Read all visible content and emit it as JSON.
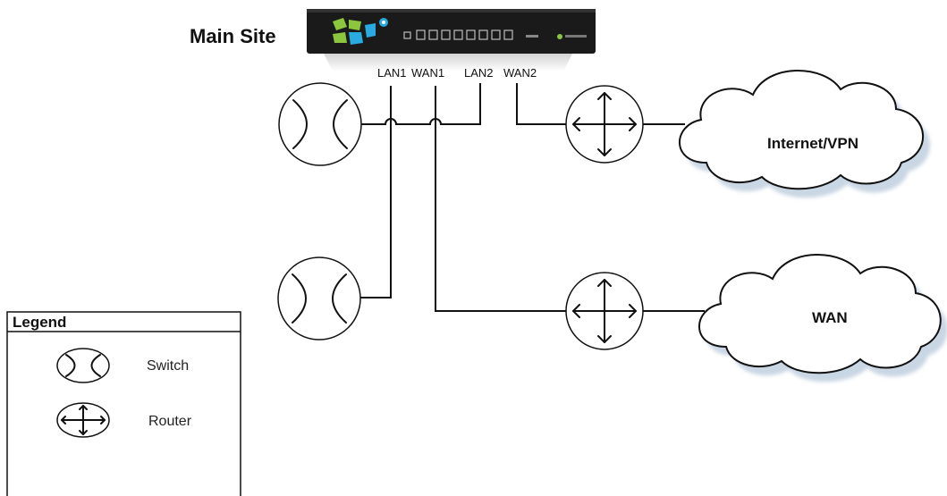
{
  "diagram": {
    "title": "Main Site",
    "ports": [
      "LAN1",
      "WAN1",
      "LAN2",
      "WAN2"
    ],
    "clouds": {
      "internet": "Internet/VPN",
      "wan": "WAN"
    }
  },
  "legend": {
    "title": "Legend",
    "switch_label": "Switch",
    "router_label": "Router"
  },
  "colors": {
    "device_body": "#1a1a1a",
    "device_logo_green": "#8cc63f",
    "device_logo_blue": "#29abe2",
    "cloud_shadow": "#c9d6e3"
  }
}
